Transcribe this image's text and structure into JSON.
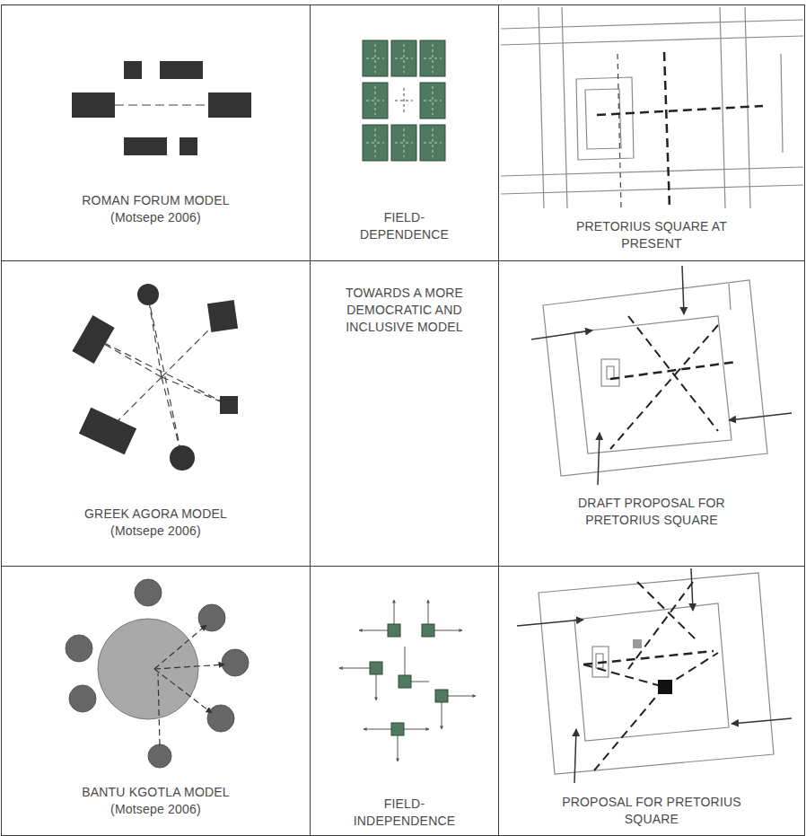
{
  "diagram": {
    "nodes": [
      {
        "text": [
          "ROMAN FORUM MODEL",
          "(Motsepe 2006)"
        ]
      },
      {
        "text": [
          "FIELD- DEPENDENCE"
        ]
      },
      {
        "text": [
          "PRETORIUS SQUARE AT PRESENT"
        ]
      },
      {
        "text": [
          "GREEK AGORA MODEL",
          "(Motsepe 2006)"
        ]
      },
      {
        "text": [
          "TOWARDS A MORE DEMOCRATIC AND INCLUSIVE MODEL"
        ]
      },
      {
        "text": [
          "DRAFT PROPOSAL FOR PRETORIUS SQUARE"
        ]
      },
      {
        "text": [
          "BANTU KGOTLA MODEL",
          "(Motsepe 2006)"
        ]
      },
      {
        "text": [
          "FIELD- INDEPENDENCE"
        ]
      },
      {
        "text": [
          "PROPOSAL FOR PRETORIUS SQUARE"
        ]
      }
    ]
  }
}
